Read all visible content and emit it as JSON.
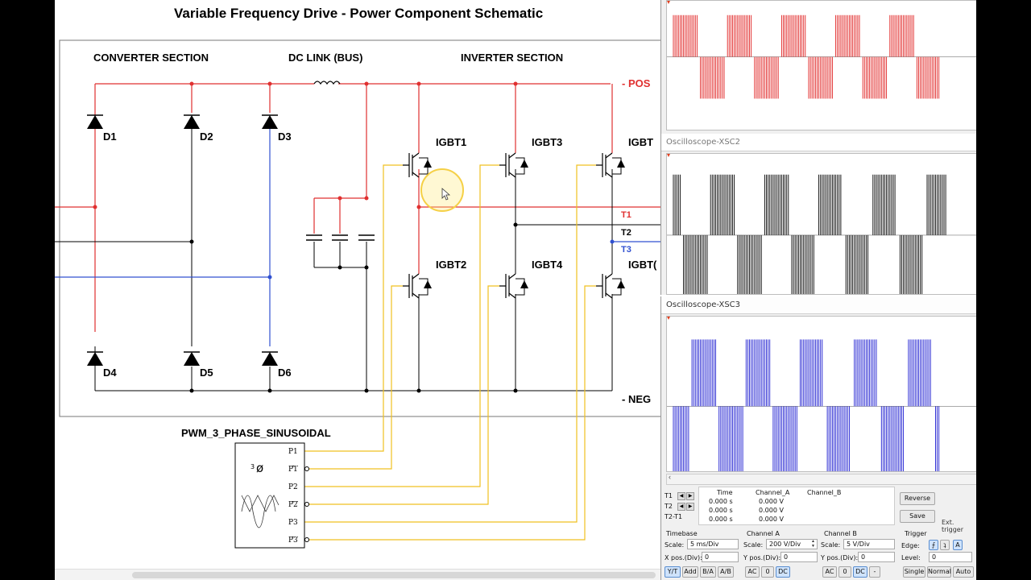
{
  "schematic": {
    "title": "Variable Frequency Drive - Power Component Schematic",
    "sections": {
      "converter": "CONVERTER SECTION",
      "dc_link": "DC LINK (BUS)",
      "inverter": "INVERTER SECTION"
    },
    "bus_labels": {
      "pos": "- POS",
      "neg": "- NEG",
      "t1": "T1",
      "t2": "T2",
      "t3": "T3"
    },
    "diodes": [
      "D1",
      "D2",
      "D3",
      "D4",
      "D5",
      "D6"
    ],
    "igbts": [
      "IGBT1",
      "IGBT3",
      "IGBT",
      "IGBT2",
      "IGBT4",
      "IGBT("
    ],
    "pwm_block": {
      "name": "PWM_3_PHASE_SINUSOIDAL",
      "phase_symbol": "3",
      "phase_glyph": "ø",
      "pins": [
        "P1",
        "P1",
        "P2",
        "P2",
        "P3",
        "P3"
      ]
    },
    "colors": {
      "pos": "#e03030",
      "neg": "#000000",
      "t3": "#3050d0",
      "gate": "#f0c020"
    }
  },
  "oscilloscopes": {
    "xsc2_title": "Oscilloscope-XSC2",
    "xsc3_title": "Oscilloscope-XSC3",
    "trace_colors": [
      "#e02020",
      "#000000",
      "#1a1ad0"
    ]
  },
  "readout": {
    "rows": [
      "T1",
      "T2",
      "T2-T1"
    ],
    "headers": [
      "Time",
      "Channel_A",
      "Channel_B"
    ],
    "time_values": [
      "0.000 s",
      "0.000 s",
      "0.000 s"
    ],
    "cha_values": [
      "0.000 V",
      "0.000 V",
      "0.000 V"
    ],
    "reverse_label": "Reverse",
    "save_label": "Save",
    "ext_trigger_label": "Ext. trigger"
  },
  "timebase": {
    "title": "Timebase",
    "scale_label": "Scale:",
    "scale_value": "5 ms/Div",
    "xpos_label": "X pos.(Div):",
    "xpos_value": "0",
    "yt_label": "Y/T",
    "add_label": "Add",
    "ba_label": "B/A",
    "ab_label": "A/B"
  },
  "channel_a": {
    "title": "Channel A",
    "scale_label": "Scale:",
    "scale_value": "200  V/Div",
    "ypos_label": "Y pos.(Div):",
    "ypos_value": "0",
    "ac_label": "AC",
    "zero_label": "0",
    "dc_label": "DC"
  },
  "channel_b": {
    "title": "Channel B",
    "scale_label": "Scale:",
    "scale_value": "5  V/Div",
    "ypos_label": "Y pos.(Div):",
    "ypos_value": "0",
    "ac_label": "AC",
    "zero_label": "0",
    "dc_label": "DC",
    "minus_label": "-"
  },
  "trigger": {
    "title": "Trigger",
    "edge_label": "Edge:",
    "level_label": "Level:",
    "level_value": "0",
    "a_label": "A",
    "single_label": "Single",
    "normal_label": "Normal",
    "auto_label": "Auto"
  }
}
